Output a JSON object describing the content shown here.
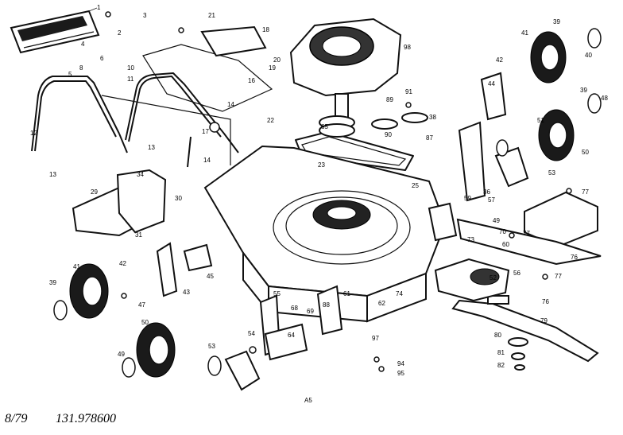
{
  "footer": {
    "date": "8/79",
    "model_number": "131.978600"
  },
  "ref_code": "A5",
  "callouts": [
    {
      "id": "c1",
      "label": "1"
    },
    {
      "id": "c2",
      "label": "2"
    },
    {
      "id": "c3",
      "label": "3"
    },
    {
      "id": "c4",
      "label": "4"
    },
    {
      "id": "c5",
      "label": "5"
    },
    {
      "id": "c6",
      "label": "6"
    },
    {
      "id": "c8",
      "label": "8"
    },
    {
      "id": "c10",
      "label": "10"
    },
    {
      "id": "c11",
      "label": "11"
    },
    {
      "id": "c12",
      "label": "12"
    },
    {
      "id": "c13a",
      "label": "13"
    },
    {
      "id": "c13b",
      "label": "13"
    },
    {
      "id": "c14a",
      "label": "14"
    },
    {
      "id": "c14b",
      "label": "14"
    },
    {
      "id": "c16",
      "label": "16"
    },
    {
      "id": "c17",
      "label": "17"
    },
    {
      "id": "c18",
      "label": "18"
    },
    {
      "id": "c19",
      "label": "19"
    },
    {
      "id": "c20",
      "label": "20"
    },
    {
      "id": "c21",
      "label": "21"
    },
    {
      "id": "c22",
      "label": "22"
    },
    {
      "id": "c23",
      "label": "23"
    },
    {
      "id": "c25",
      "label": "25"
    },
    {
      "id": "c29",
      "label": "29"
    },
    {
      "id": "c30",
      "label": "30"
    },
    {
      "id": "c31",
      "label": "31"
    },
    {
      "id": "c34",
      "label": "34"
    },
    {
      "id": "c36",
      "label": "36"
    },
    {
      "id": "c38",
      "label": "38"
    },
    {
      "id": "c39a",
      "label": "39"
    },
    {
      "id": "c39b",
      "label": "39"
    },
    {
      "id": "c39c",
      "label": "39"
    },
    {
      "id": "c40",
      "label": "40"
    },
    {
      "id": "c41a",
      "label": "41"
    },
    {
      "id": "c41b",
      "label": "41"
    },
    {
      "id": "c42a",
      "label": "42"
    },
    {
      "id": "c42b",
      "label": "42"
    },
    {
      "id": "c43",
      "label": "43"
    },
    {
      "id": "c44",
      "label": "44"
    },
    {
      "id": "c45",
      "label": "45"
    },
    {
      "id": "c47",
      "label": "47"
    },
    {
      "id": "c48",
      "label": "48"
    },
    {
      "id": "c49a",
      "label": "49"
    },
    {
      "id": "c49b",
      "label": "49"
    },
    {
      "id": "c50a",
      "label": "50"
    },
    {
      "id": "c50b",
      "label": "50"
    },
    {
      "id": "c51",
      "label": "51"
    },
    {
      "id": "c52",
      "label": "52"
    },
    {
      "id": "c53a",
      "label": "53"
    },
    {
      "id": "c53b",
      "label": "53"
    },
    {
      "id": "c54",
      "label": "54"
    },
    {
      "id": "c55",
      "label": "55"
    },
    {
      "id": "c56",
      "label": "56"
    },
    {
      "id": "c57",
      "label": "57"
    },
    {
      "id": "c59",
      "label": "59"
    },
    {
      "id": "c60",
      "label": "60"
    },
    {
      "id": "c61",
      "label": "61"
    },
    {
      "id": "c62",
      "label": "62"
    },
    {
      "id": "c64",
      "label": "64"
    },
    {
      "id": "c65",
      "label": "65"
    },
    {
      "id": "c68",
      "label": "68"
    },
    {
      "id": "c69",
      "label": "69"
    },
    {
      "id": "c70",
      "label": "70"
    },
    {
      "id": "c73",
      "label": "73"
    },
    {
      "id": "c74",
      "label": "74"
    },
    {
      "id": "c76a",
      "label": "76"
    },
    {
      "id": "c76b",
      "label": "76"
    },
    {
      "id": "c77a",
      "label": "77"
    },
    {
      "id": "c77b",
      "label": "77"
    },
    {
      "id": "c77c",
      "label": "77"
    },
    {
      "id": "c79",
      "label": "79"
    },
    {
      "id": "c80",
      "label": "80"
    },
    {
      "id": "c81",
      "label": "81"
    },
    {
      "id": "c82",
      "label": "82"
    },
    {
      "id": "c87",
      "label": "87"
    },
    {
      "id": "c88",
      "label": "88"
    },
    {
      "id": "c89",
      "label": "89"
    },
    {
      "id": "c90",
      "label": "90"
    },
    {
      "id": "c91",
      "label": "91"
    },
    {
      "id": "c94",
      "label": "94"
    },
    {
      "id": "c95",
      "label": "95"
    },
    {
      "id": "c97",
      "label": "97"
    },
    {
      "id": "c98",
      "label": "98"
    }
  ]
}
